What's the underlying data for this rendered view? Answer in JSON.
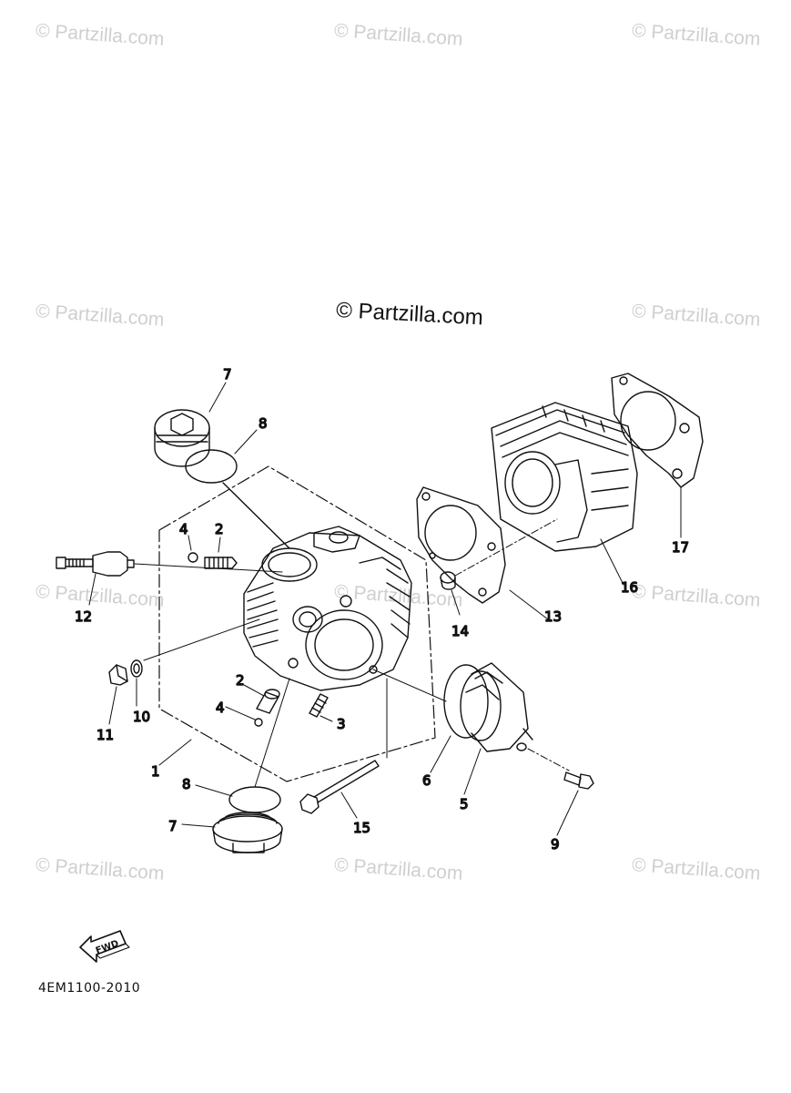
{
  "watermark": {
    "text": "© Partzilla.com",
    "main_text": "© Partzilla.com"
  },
  "diagram_code": "4EM1100-2010",
  "fwd_label": "FWD",
  "callouts": [
    {
      "id": "c7a",
      "label": "7"
    },
    {
      "id": "c8a",
      "label": "8"
    },
    {
      "id": "c4a",
      "label": "4"
    },
    {
      "id": "c2a",
      "label": "2"
    },
    {
      "id": "c12",
      "label": "12"
    },
    {
      "id": "c11",
      "label": "11"
    },
    {
      "id": "c10",
      "label": "10"
    },
    {
      "id": "c2b",
      "label": "2"
    },
    {
      "id": "c4b",
      "label": "4"
    },
    {
      "id": "c3",
      "label": "3"
    },
    {
      "id": "c1",
      "label": "1"
    },
    {
      "id": "c8b",
      "label": "8"
    },
    {
      "id": "c7b",
      "label": "7"
    },
    {
      "id": "c15",
      "label": "15"
    },
    {
      "id": "c6",
      "label": "6"
    },
    {
      "id": "c5",
      "label": "5"
    },
    {
      "id": "c9",
      "label": "9"
    },
    {
      "id": "c14",
      "label": "14"
    },
    {
      "id": "c13",
      "label": "13"
    },
    {
      "id": "c16",
      "label": "16"
    },
    {
      "id": "c17",
      "label": "17"
    }
  ]
}
